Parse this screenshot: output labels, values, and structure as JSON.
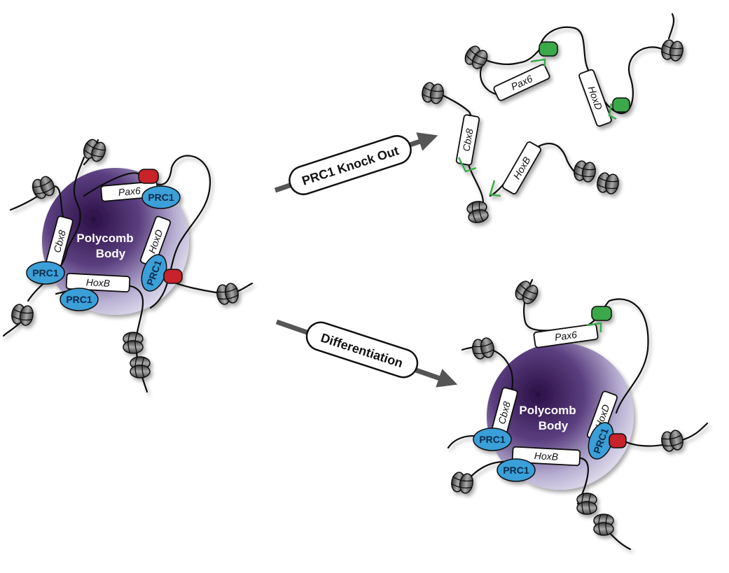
{
  "center": {
    "pb_line1": "Polycomb",
    "pb_line2": "Body"
  },
  "genes": {
    "pax6": "Pax6",
    "cbx8": "Cbx8",
    "hoxd": "HoxD",
    "hoxb": "HoxB"
  },
  "protein": {
    "prc1": "PRC1"
  },
  "arrows": {
    "knockout": "PRC1 Knock Out",
    "differentiation": "Differentiation"
  },
  "colors": {
    "polycomb_body": "#3b1f5c",
    "prc1": "#3a9fd8",
    "repressed_mark": "#c8202a",
    "active_mark": "#3aa84a",
    "arrow": "#555555"
  }
}
